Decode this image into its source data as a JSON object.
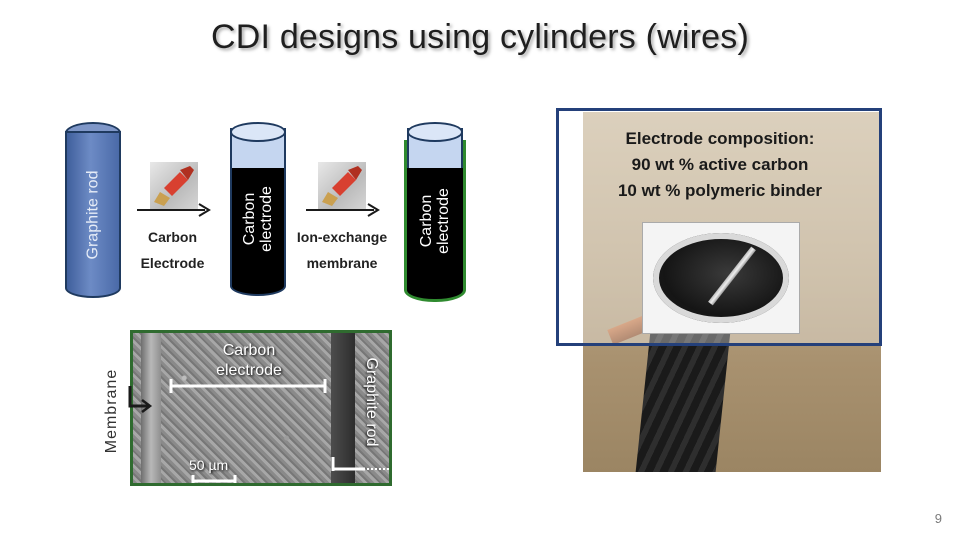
{
  "slide": {
    "title": "CDI designs using cylinders (wires)",
    "page_number": "9"
  },
  "diagram": {
    "rod_label": "Graphite rod",
    "step1_label_line1": "Carbon",
    "step1_label_line2": "Electrode",
    "electrode_label": "Carbon electrode",
    "step2_label_line1": "Ion-exchange",
    "step2_label_line2": "membrane",
    "coated_label": "Carbon electrode",
    "brush_icon": "paintbrush-icon"
  },
  "sem": {
    "carbon_label_line1": "Carbon",
    "carbon_label_line2": "electrode",
    "graphite_label": "Graphite rod",
    "membrane_label": "Membrane",
    "scale_label": "50 µm"
  },
  "photo": {
    "composition_title": "Electrode composition:",
    "composition_line1": "90 wt % active carbon",
    "composition_line2": "10 wt % polymeric binder"
  },
  "colors": {
    "rod_fill": "#5b79b4",
    "cap_fill": "#c5d6f0",
    "electrode_fill": "#000000",
    "membrane_outline": "#2f8a2f",
    "frame_border": "#24407a"
  }
}
